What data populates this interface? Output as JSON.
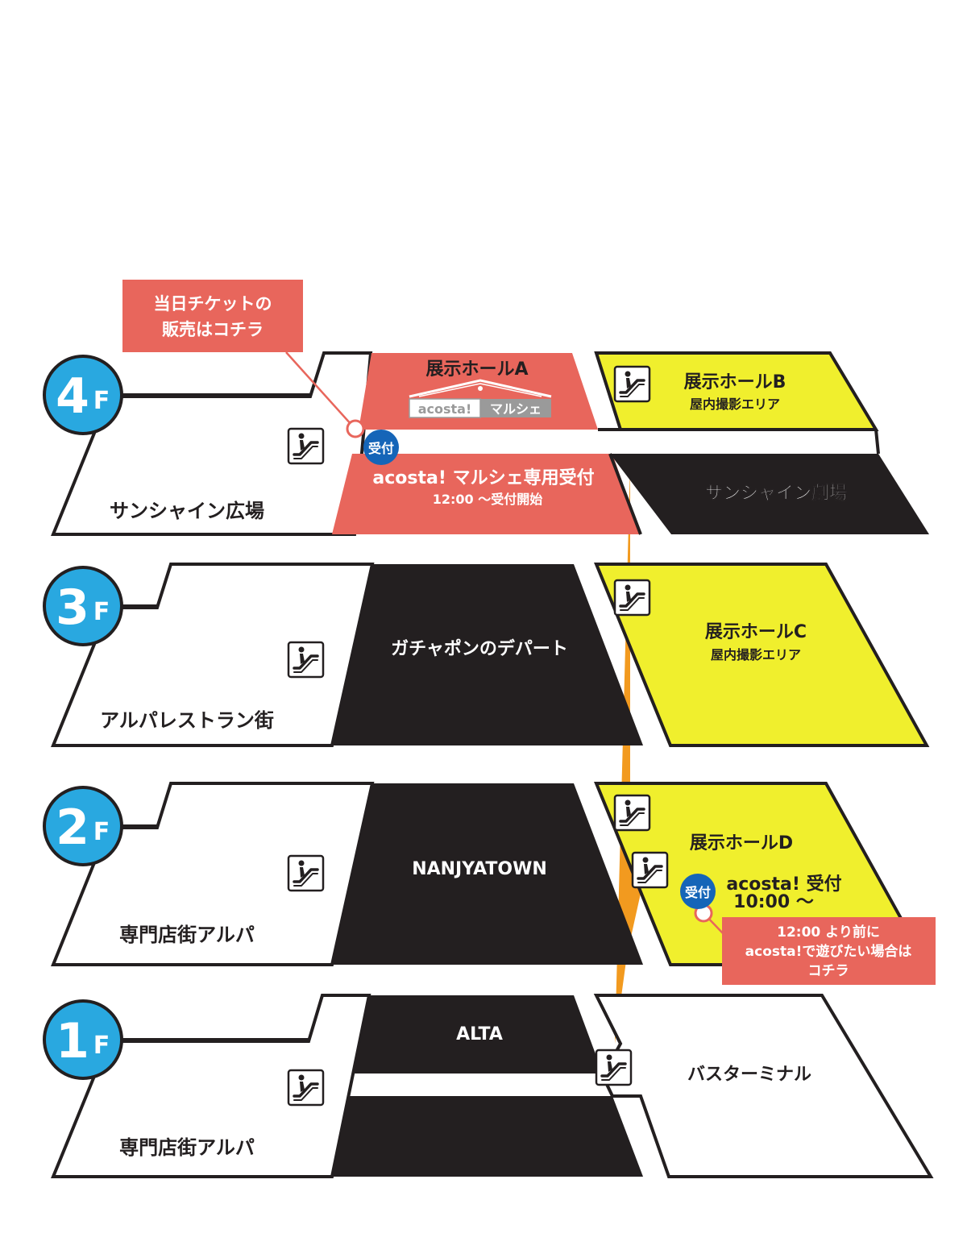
{
  "colors": {
    "salmon": "#e8665c",
    "yellow": "#f0ef2d",
    "black": "#231f20",
    "blue": "#29a8e0",
    "badge_blue": "#1565b8",
    "dots": "#f29a1f"
  },
  "icons": {
    "escalator": "escalator-icon",
    "reception_pin": "location-pin-icon"
  },
  "floors": {
    "f4": {
      "num": "4",
      "suffix": "F",
      "plaza": "サンシャイン広場",
      "hall_a": "展示ホールA",
      "logo_a": "acosta!",
      "logo_b": "マルシェ",
      "reception_badge": "受付",
      "reception_title": "acosta! マルシェ専用受付",
      "reception_time": "12:00 〜受付開始",
      "hall_b": "展示ホールB",
      "hall_b_sub": "屋内撮影エリア",
      "theater": "サンシャイン劇場"
    },
    "f3": {
      "num": "3",
      "suffix": "F",
      "left": "アルパレストラン街",
      "center": "ガチャポンのデパート",
      "hall_c": "展示ホールC",
      "hall_c_sub": "屋内撮影エリア"
    },
    "f2": {
      "num": "2",
      "suffix": "F",
      "left": "専門店街アルパ",
      "center": "NANJYATOWN",
      "hall_d": "展示ホールD",
      "reception_badge": "受付",
      "reception_title": "acosta! 受付",
      "reception_time": "10:00 〜"
    },
    "f1": {
      "num": "1",
      "suffix": "F",
      "left": "専門店街アルパ",
      "center": "ALTA",
      "right": "バスターミナル"
    }
  },
  "callouts": {
    "ticket": [
      "当日チケットの",
      "販売はコチラ"
    ],
    "early": [
      "12:00 より前に",
      "acosta!で遊びたい場合は",
      "コチラ"
    ]
  }
}
